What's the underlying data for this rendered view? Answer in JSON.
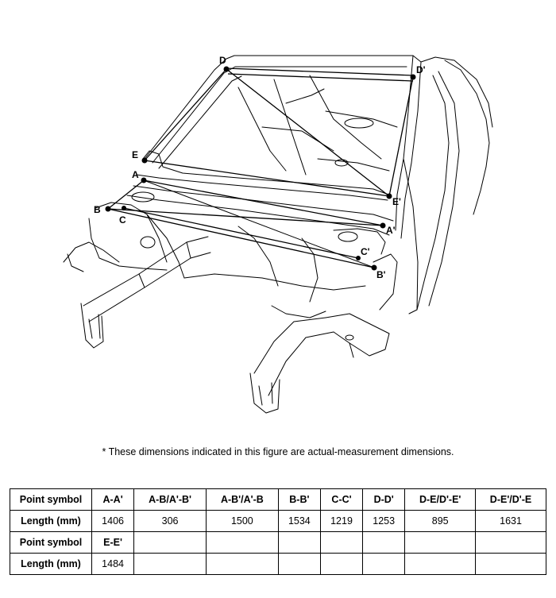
{
  "points": {
    "A": "A",
    "A2": "A'",
    "B": "B",
    "B2": "B'",
    "C": "C",
    "C2": "C'",
    "D": "D",
    "D2": "D'",
    "E": "E",
    "E2": "E'"
  },
  "note": "* These dimensions indicated in this figure are actual-measurement dimensions.",
  "table": {
    "row_header_symbol": "Point symbol",
    "row_header_length": "Length (mm)",
    "rows": [
      {
        "symbols": [
          "A-A'",
          "A-B/A'-B'",
          "A-B'/A'-B",
          "B-B'",
          "C-C'",
          "D-D'",
          "D-E/D'-E'",
          "D-E'/D'-E"
        ],
        "lengths": [
          "1406",
          "306",
          "1500",
          "1534",
          "1219",
          "1253",
          "895",
          "1631"
        ]
      },
      {
        "symbols": [
          "E-E'",
          "",
          "",
          "",
          "",
          "",
          "",
          ""
        ],
        "lengths": [
          "1484",
          "",
          "",
          "",
          "",
          "",
          "",
          ""
        ]
      }
    ]
  }
}
